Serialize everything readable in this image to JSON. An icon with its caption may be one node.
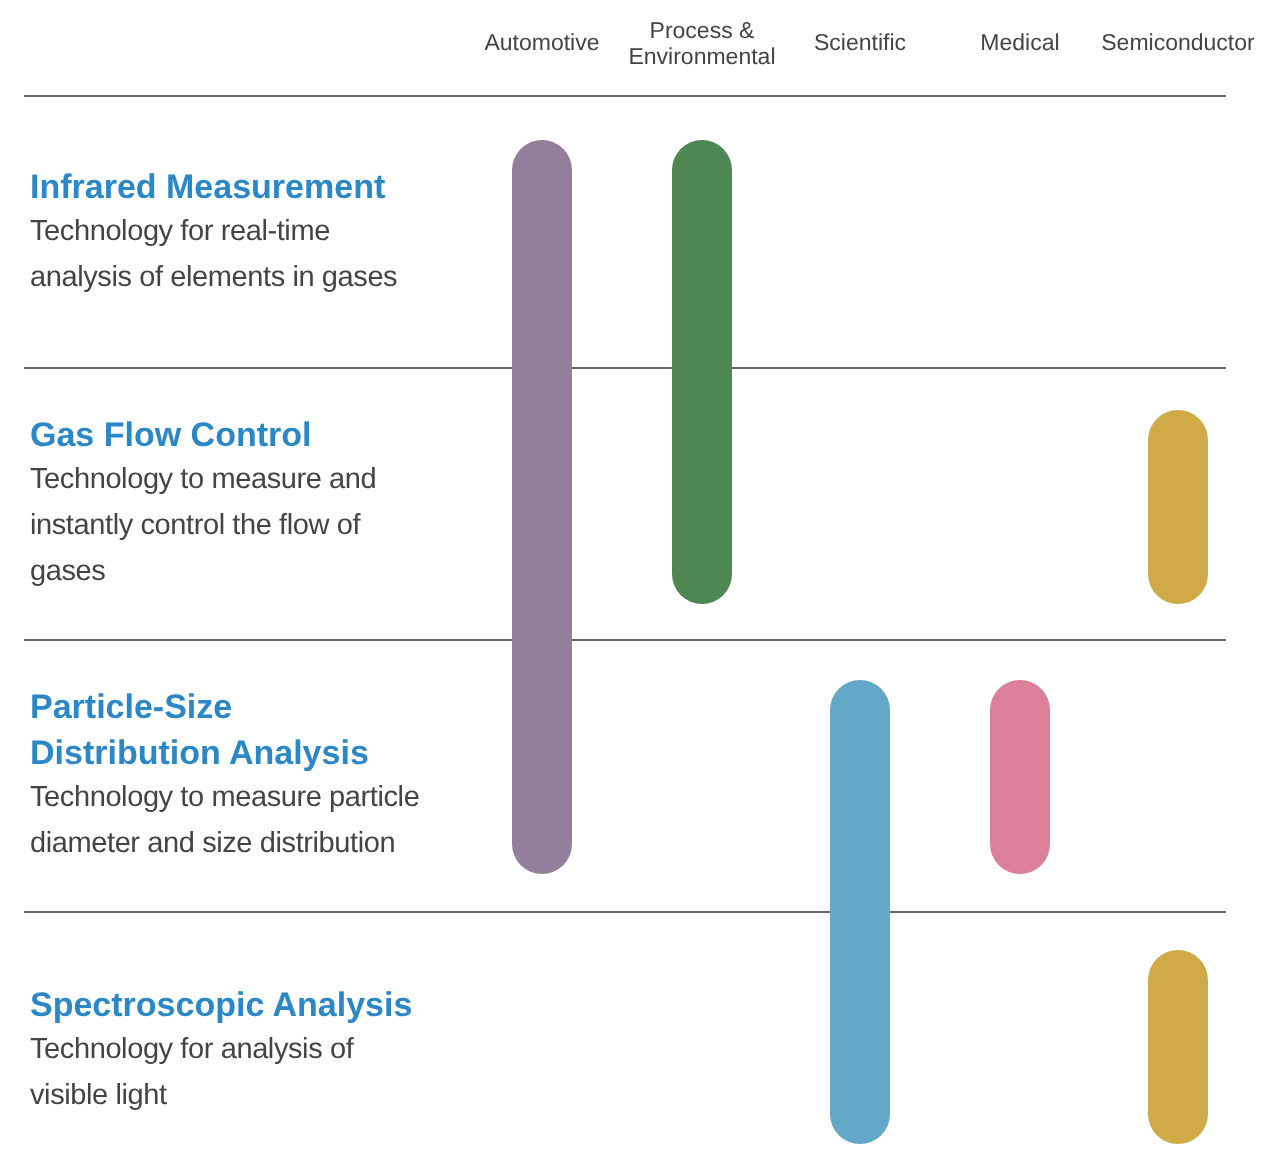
{
  "diagram": {
    "nodes": [
      {
        "text": [
          "Infrared Measurement",
          "Technology for real-time analysis of elements in gases"
        ]
      },
      {
        "text": [
          "Gas Flow Control",
          "Technology to measure and instantly control the flow of gases"
        ]
      },
      {
        "text": [
          "Particle-Size Distribution Analysis",
          "Technology to measure particle diameter and size distribution"
        ]
      },
      {
        "text": [
          "Spectroscopic Analysis",
          "Technology for analysis of visible light"
        ]
      },
      {
        "text": [],
        "shape": "bar"
      },
      {
        "text": [],
        "shape": "bar"
      },
      {
        "text": [],
        "shape": "bar"
      },
      {
        "text": [],
        "shape": "bar"
      },
      {
        "text": [],
        "shape": "bar"
      },
      {
        "text": [],
        "shape": "bar"
      }
    ],
    "labels": [
      "Automotive",
      "Process & Environmental",
      "Scientific",
      "Medical",
      "Semiconductor"
    ]
  }
}
